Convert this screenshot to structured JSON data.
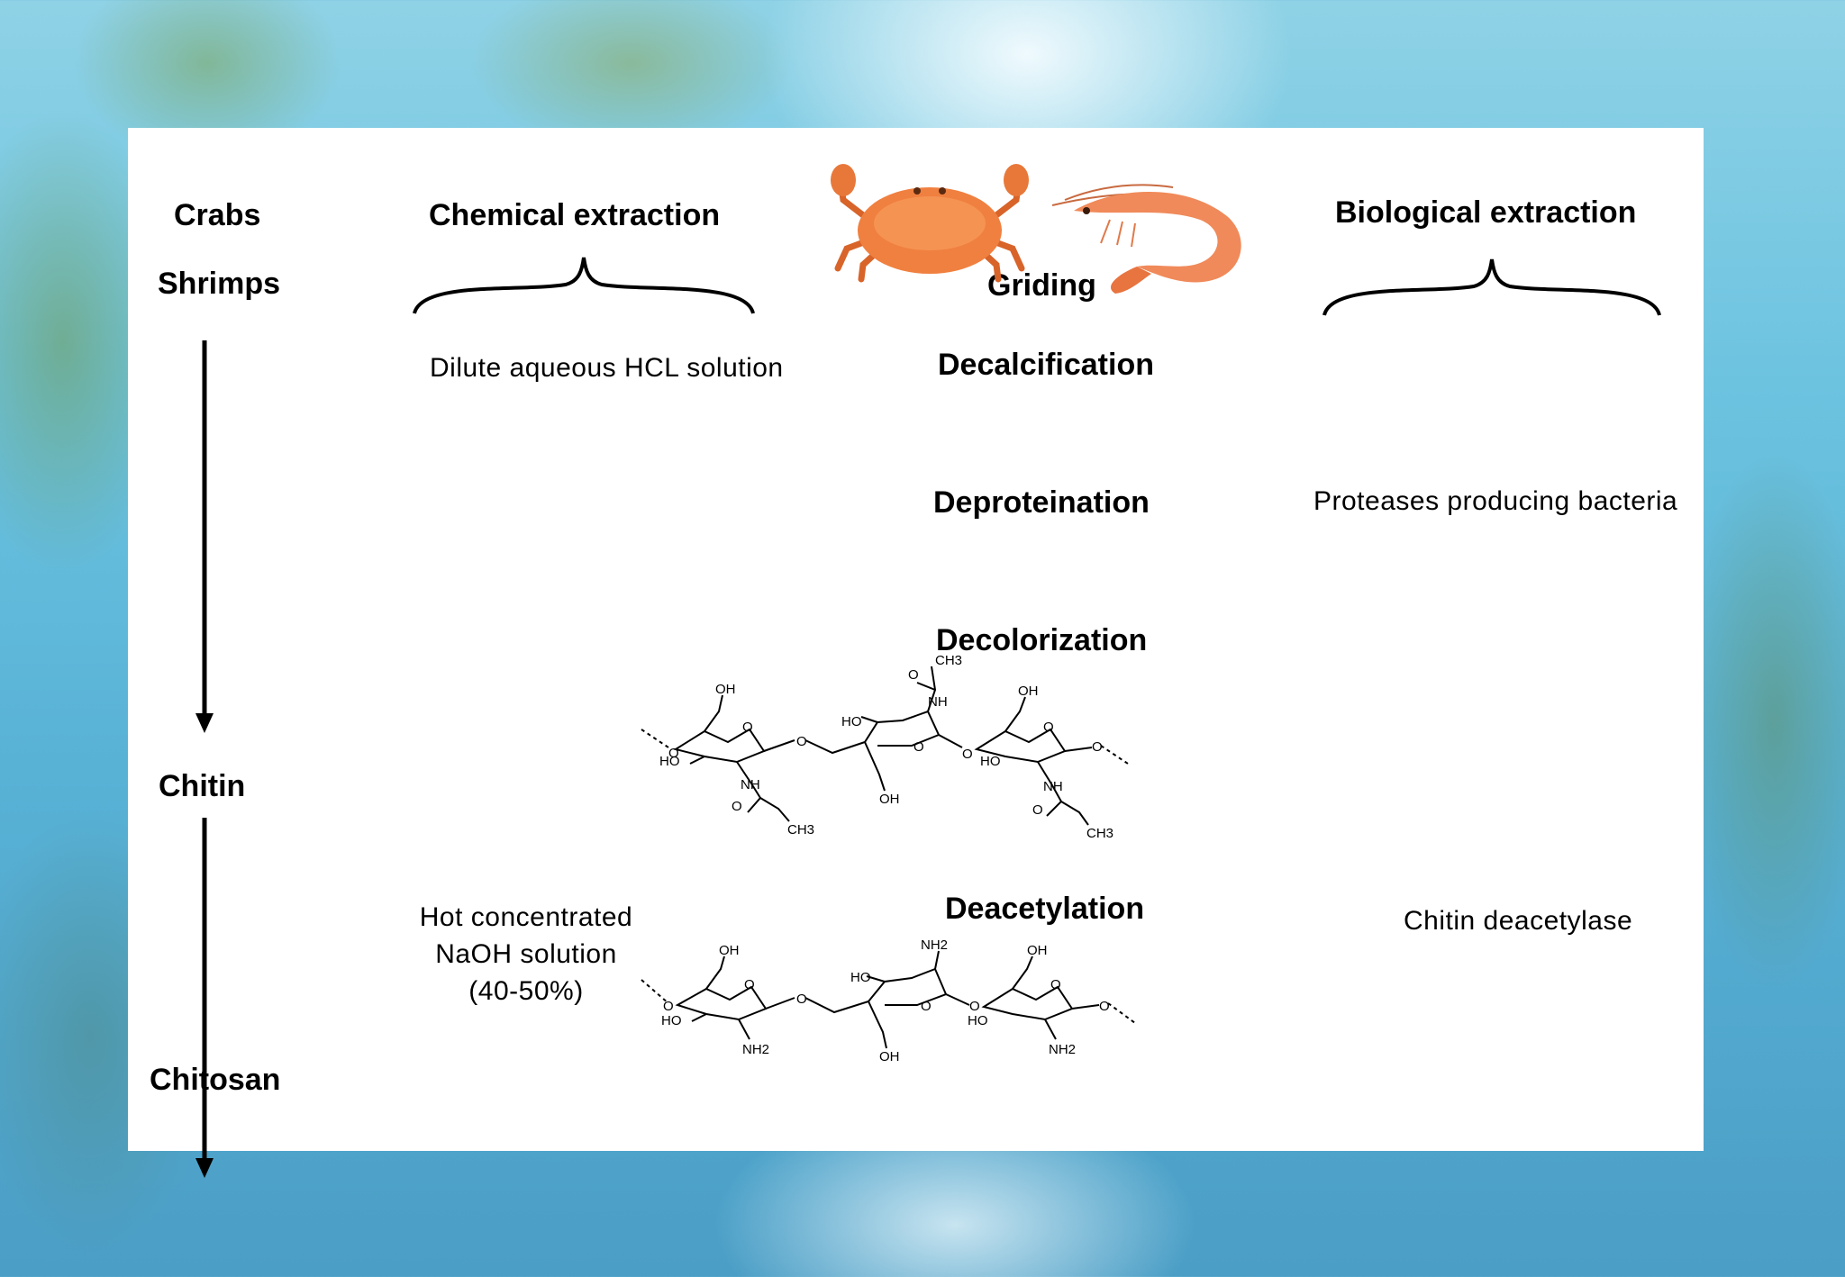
{
  "left_column": {
    "source_1": "Crabs",
    "source_2": "Shrimps",
    "product_1": "Chitin",
    "product_2": "Chitosan"
  },
  "chemical": {
    "title": "Chemical extraction",
    "step_1_reagent": "Dilute aqueous HCL solution",
    "deacetylation_reagent_line1": "Hot concentrated",
    "deacetylation_reagent_line2": "NaOH solution",
    "deacetylation_reagent_line3": "(40-50%)"
  },
  "biological": {
    "title": "Biological extraction",
    "step_2_agent": "Proteases producing bacteria",
    "deacetylation_agent": "Chitin deacetylase"
  },
  "steps": {
    "griding": "Griding",
    "decalcification": "Decalcification",
    "deproteination": "Deproteination",
    "decolorization": "Decolorization",
    "deacetylation": "Deacetylation"
  },
  "chem_labels": {
    "oh": "OH",
    "ho": "HO",
    "o": "O",
    "nh": "NH",
    "nh2": "NH2",
    "ch3": "CH3"
  },
  "icons": [
    "crab-image",
    "shrimp-image",
    "down-arrow-icon",
    "brace-icon"
  ]
}
